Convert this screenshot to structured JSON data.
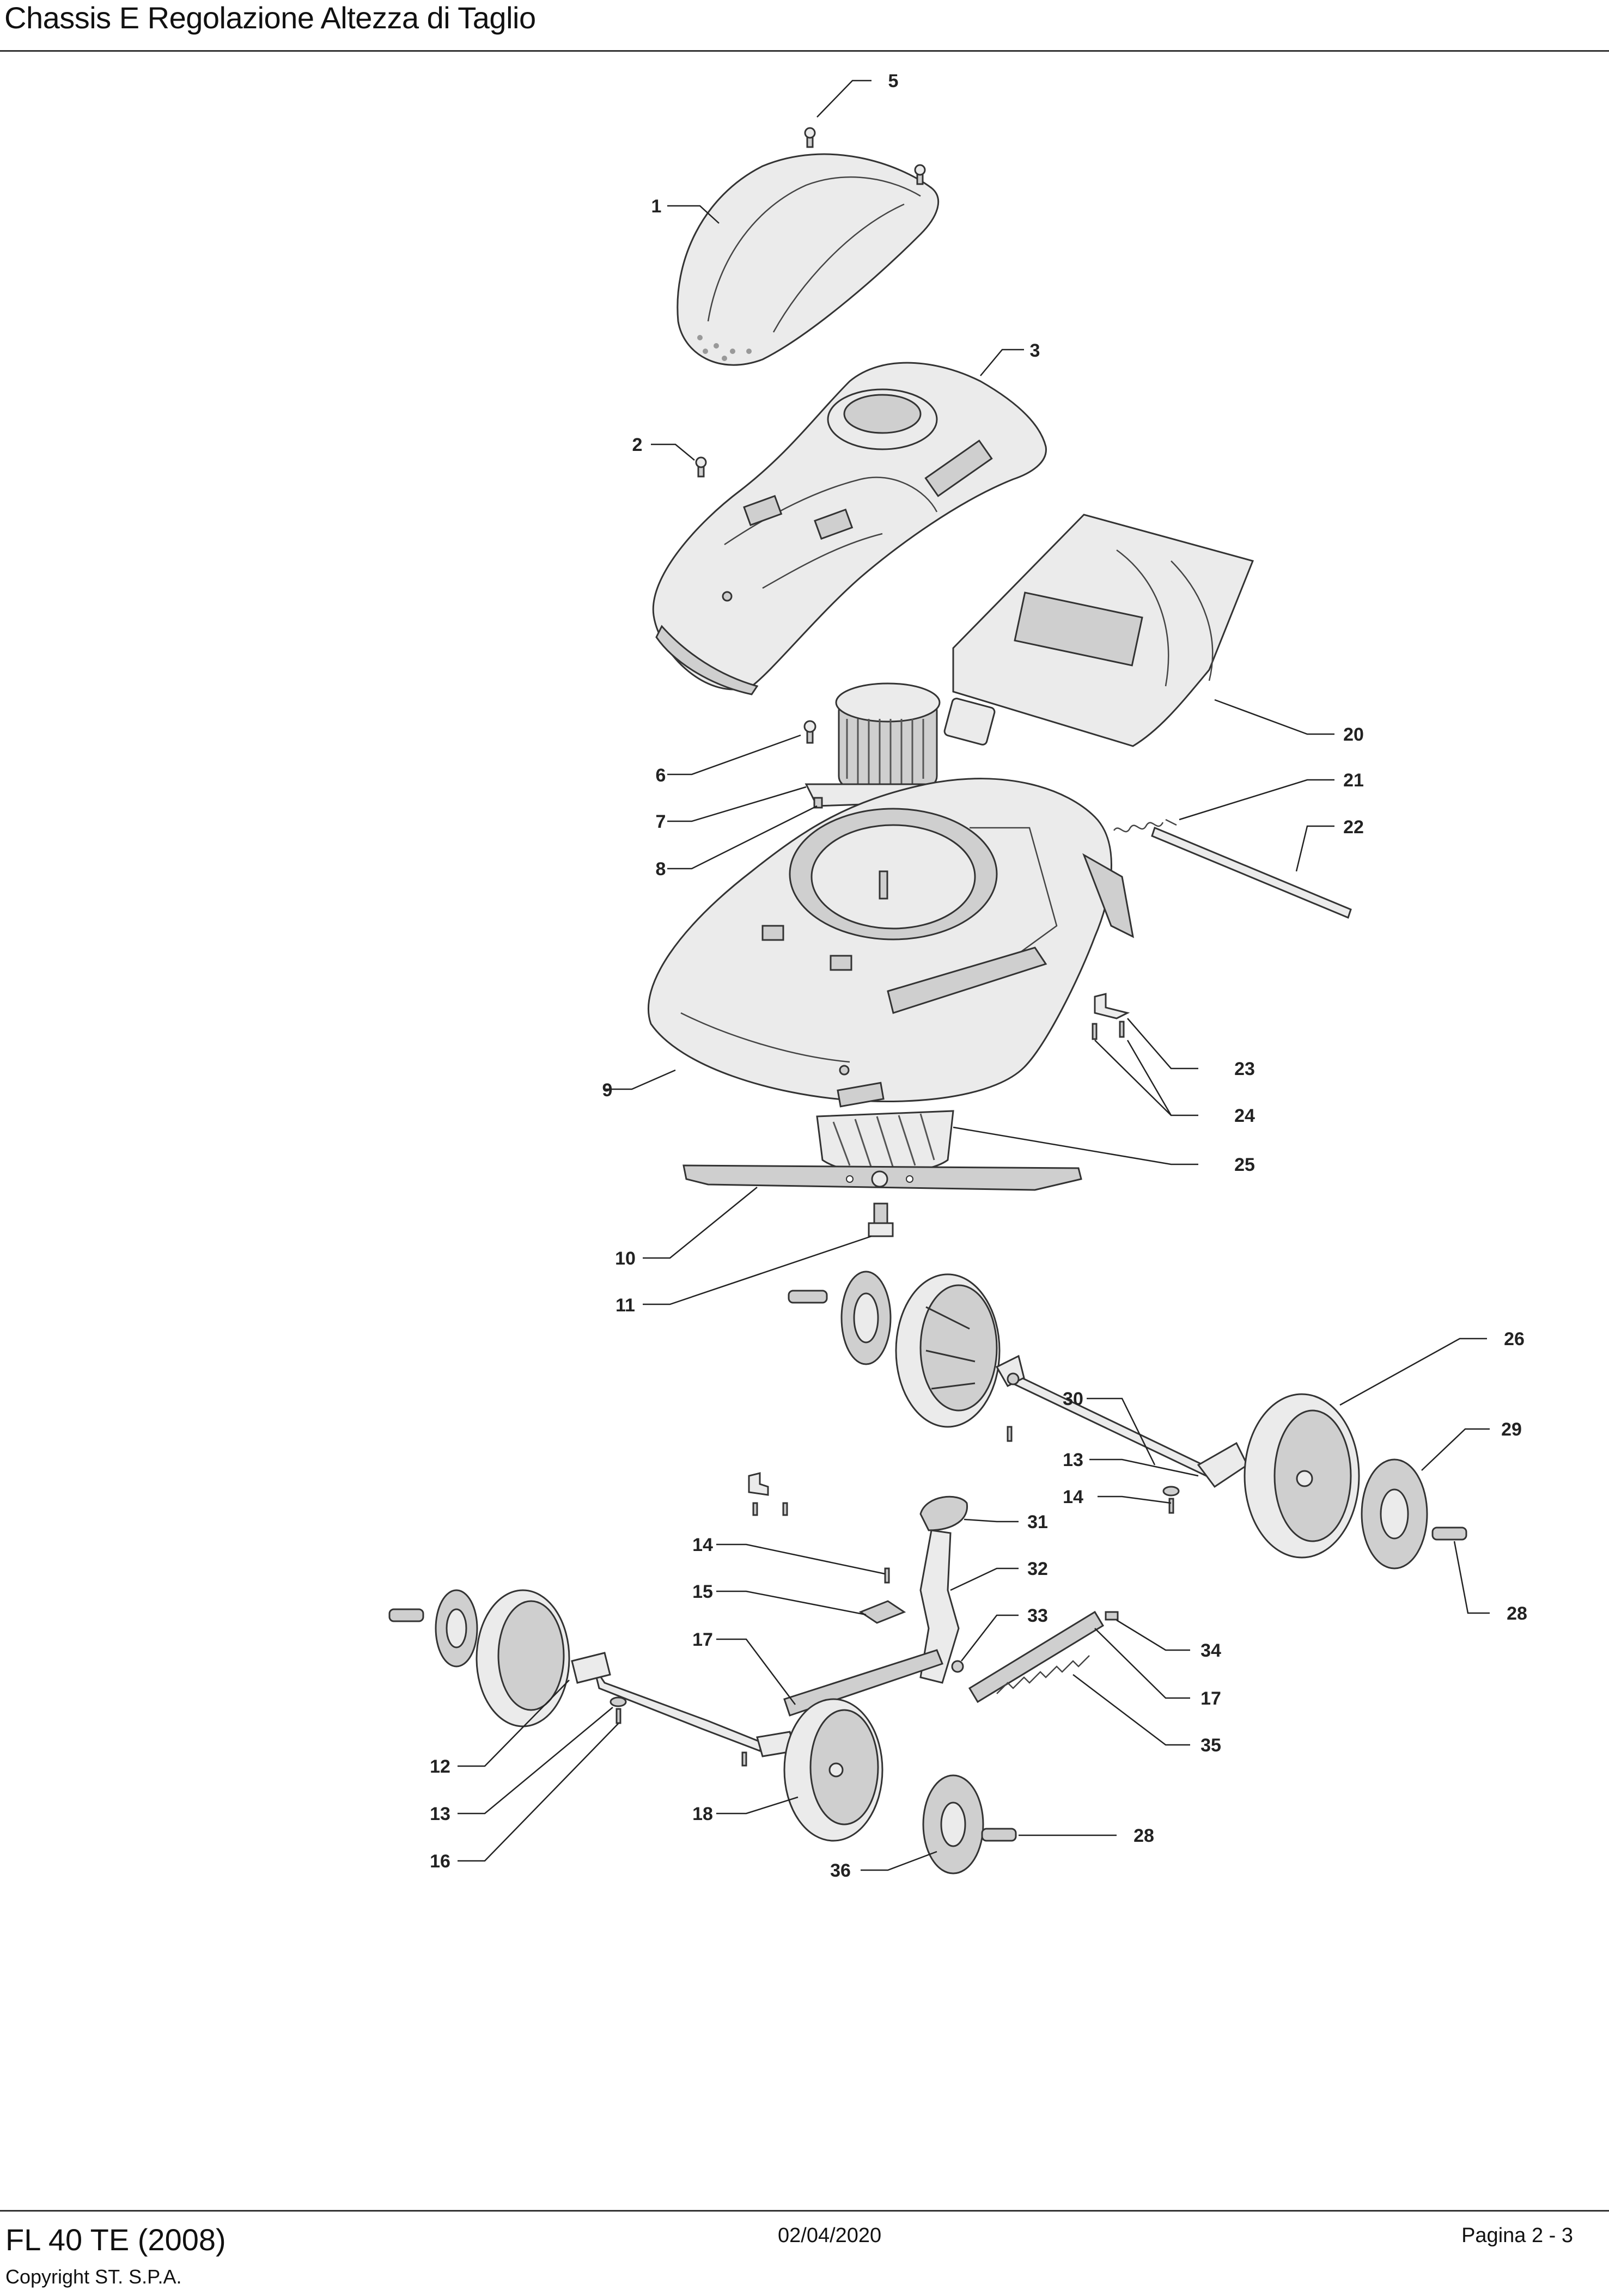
{
  "header": {
    "title": "Chassis E Regolazione Altezza di Taglio"
  },
  "diagram": {
    "callouts": [
      {
        "id": "1",
        "label": "1"
      },
      {
        "id": "2",
        "label": "2"
      },
      {
        "id": "3",
        "label": "3"
      },
      {
        "id": "5",
        "label": "5"
      },
      {
        "id": "6",
        "label": "6"
      },
      {
        "id": "7",
        "label": "7"
      },
      {
        "id": "8",
        "label": "8"
      },
      {
        "id": "9",
        "label": "9"
      },
      {
        "id": "10",
        "label": "10"
      },
      {
        "id": "11",
        "label": "11"
      },
      {
        "id": "12",
        "label": "12"
      },
      {
        "id": "13a",
        "label": "13"
      },
      {
        "id": "13b",
        "label": "13"
      },
      {
        "id": "14a",
        "label": "14"
      },
      {
        "id": "14b",
        "label": "14"
      },
      {
        "id": "15",
        "label": "15"
      },
      {
        "id": "16",
        "label": "16"
      },
      {
        "id": "17a",
        "label": "17"
      },
      {
        "id": "17b",
        "label": "17"
      },
      {
        "id": "18",
        "label": "18"
      },
      {
        "id": "20",
        "label": "20"
      },
      {
        "id": "21",
        "label": "21"
      },
      {
        "id": "22",
        "label": "22"
      },
      {
        "id": "23",
        "label": "23"
      },
      {
        "id": "24",
        "label": "24"
      },
      {
        "id": "25",
        "label": "25"
      },
      {
        "id": "26",
        "label": "26"
      },
      {
        "id": "28a",
        "label": "28"
      },
      {
        "id": "28b",
        "label": "28"
      },
      {
        "id": "29",
        "label": "29"
      },
      {
        "id": "30",
        "label": "30"
      },
      {
        "id": "31",
        "label": "31"
      },
      {
        "id": "32",
        "label": "32"
      },
      {
        "id": "33",
        "label": "33"
      },
      {
        "id": "34",
        "label": "34"
      },
      {
        "id": "35",
        "label": "35"
      },
      {
        "id": "36",
        "label": "36"
      }
    ]
  },
  "footer": {
    "model": "FL 40 TE (2008)",
    "copyright": "Copyright ST. S.P.A.",
    "date": "02/04/2020",
    "page": "Pagina 2 - 3"
  }
}
